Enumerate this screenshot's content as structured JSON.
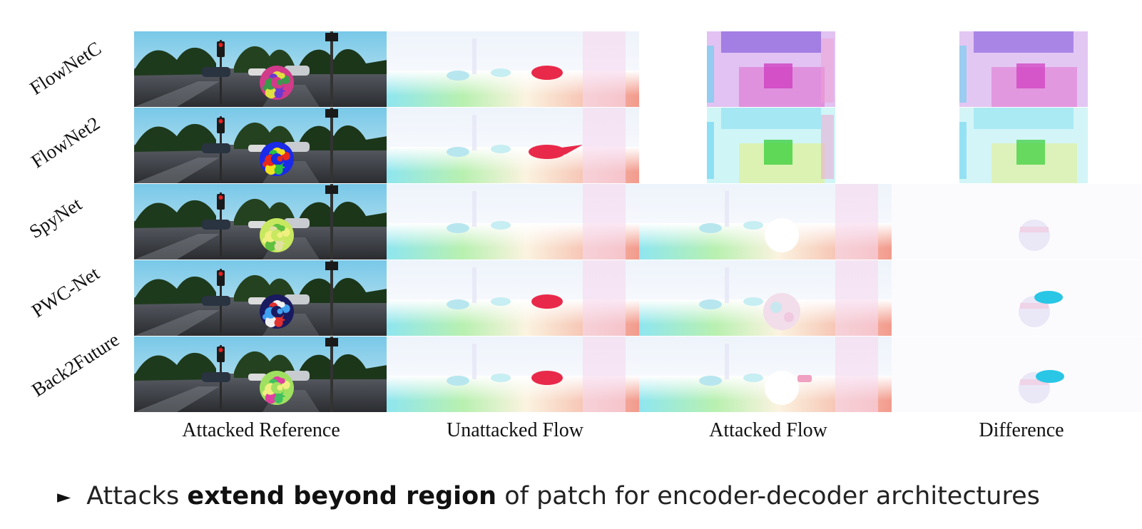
{
  "rows": [
    "FlowNetC",
    "FlowNet2",
    "SpyNet",
    "PWC-Net",
    "Back2Future"
  ],
  "columns": [
    "Attacked Reference",
    "Unattacked Flow",
    "Attacked Flow",
    "Difference"
  ],
  "bullet": {
    "marker": "►",
    "pre": "Attacks ",
    "bold": "extend beyond region",
    "post": " of patch for encoder-decoder architectures"
  },
  "colors": {
    "flow_sky": "#eef4fb",
    "flow_cyan": "#8fe6f0",
    "flow_green": "#b8f0b0",
    "flow_red": "#f29a8c",
    "flow_pink": "#f6d8ee",
    "object_red": "#e8294a",
    "diff_cyan": "#29c6e6"
  }
}
